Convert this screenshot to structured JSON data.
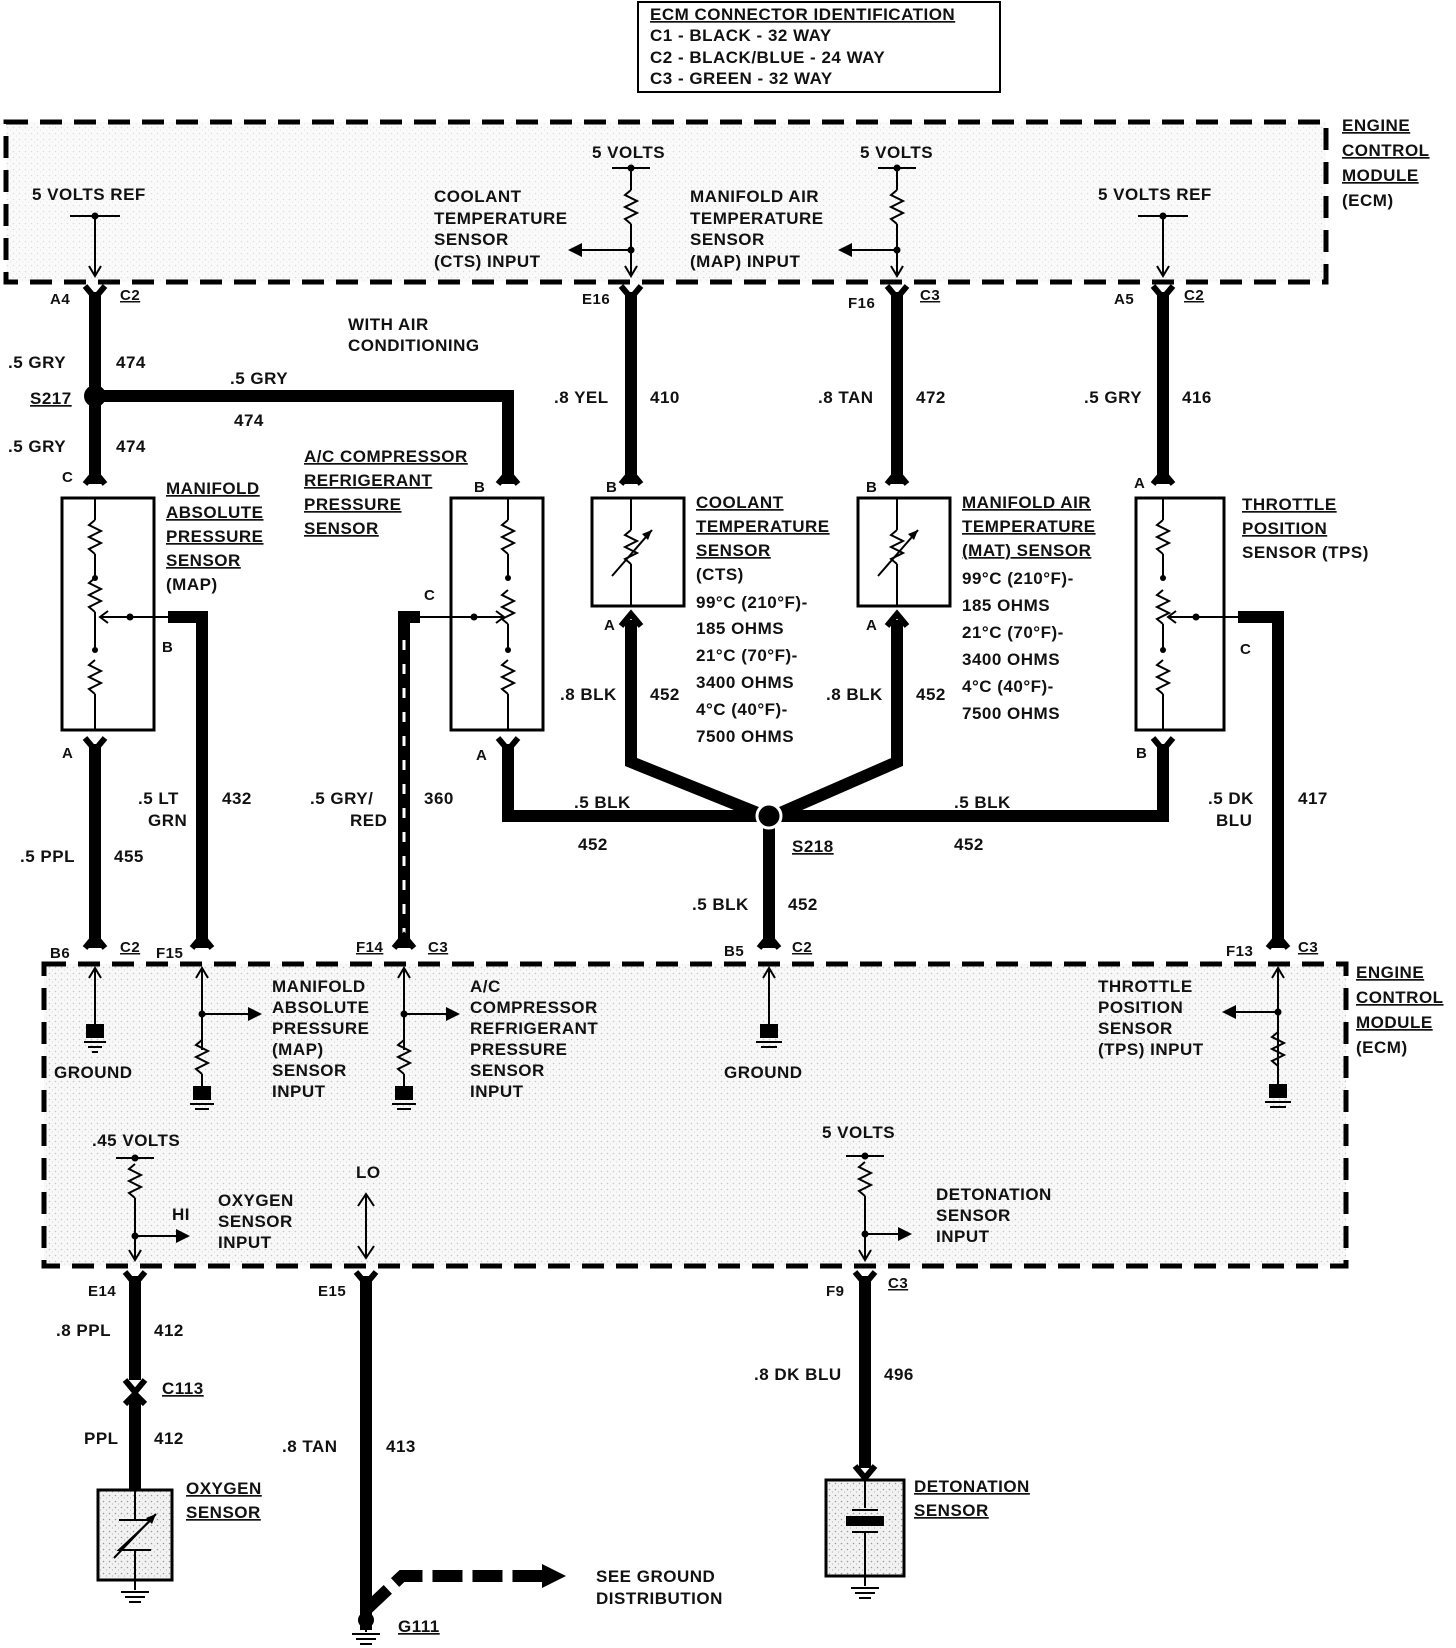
{
  "legend": {
    "title": "ECM CONNECTOR IDENTIFICATION",
    "lines": [
      "C1 - BLACK - 32 WAY",
      "C2 - BLACK/BLUE - 24 WAY",
      "C3 - GREEN - 32 WAY"
    ]
  },
  "ecm_label": [
    "ENGINE",
    "CONTROL",
    "MODULE",
    "(ECM)"
  ],
  "top_ecm": {
    "ref_left": "5 VOLTS REF",
    "ref_right": "5 VOLTS  REF",
    "volts_cts": "5 VOLTS",
    "volts_mat": "5 VOLTS",
    "cts_input": [
      "COOLANT",
      "TEMPERATURE",
      "SENSOR",
      "(CTS) INPUT"
    ],
    "mat_input": [
      "MANIFOLD AIR",
      "TEMPERATURE",
      "SENSOR",
      "(MAP) INPUT"
    ]
  },
  "pins": {
    "a4": "A4",
    "a4c": "C2",
    "e16": "E16",
    "f16": "F16",
    "f16c": "C3",
    "a5": "A5",
    "a5c": "C2",
    "b6": "B6",
    "b6c": "C2",
    "f15": "F15",
    "f14": "F14",
    "f14c": "C3",
    "b5": "B5",
    "b5c": "C2",
    "f13": "F13",
    "f13c": "C3",
    "e14": "E14",
    "e15": "E15",
    "f9": "F9",
    "f9c": "C3"
  },
  "wires": {
    "w474a": ".5 GRY",
    "n474a": "474",
    "w474b": ".5 GRY",
    "n474b": "474",
    "w474c": ".5 GRY",
    "n474c": "474",
    "splice217": "S217",
    "with_ac": [
      "WITH AIR",
      "CONDITIONING"
    ],
    "w410": ".8 YEL",
    "n410": "410",
    "w472": ".8 TAN",
    "n472": "472",
    "w416": ".5 GRY",
    "n416": "416",
    "w455": ".5 PPL",
    "n455": "455",
    "w432": [
      ".5  LT",
      "GRN"
    ],
    "n432": "432",
    "w360": [
      ".5 GRY/",
      "RED"
    ],
    "n360": "360",
    "w452a": ".8 BLK",
    "n452a": "452",
    "w452b": ".8 BLK",
    "n452b": "452",
    "w452c": ".5 BLK",
    "n452c": "452",
    "w452d": ".5 BLK",
    "n452d": "452",
    "w452e": ".5 BLK",
    "n452e": "452",
    "splice218": "S218",
    "w417": [
      ".5 DK",
      "BLU"
    ],
    "n417": "417",
    "w412a": ".8 PPL",
    "n412a": "412",
    "c113": "C113",
    "w412b": "PPL",
    "n412b": "412",
    "w413": ".8 TAN",
    "n413": "413",
    "w496": ".8 DK BLU",
    "n496": "496",
    "g111": "G111",
    "see_ground": [
      "SEE GROUND",
      "DISTRIBUTION"
    ]
  },
  "sensors": {
    "map": [
      "MANIFOLD",
      "ABSOLUTE",
      "PRESSURE",
      "SENSOR",
      "(MAP)"
    ],
    "ac": [
      "A/C COMPRESSOR",
      "REFRIGERANT",
      "PRESSURE",
      "SENSOR"
    ],
    "cts": [
      "COOLANT",
      "TEMPERATURE",
      "SENSOR",
      "(CTS)",
      "99°C (210°F)-",
      "185 OHMS",
      "21°C (70°F)-",
      "3400 OHMS",
      "4°C (40°F)-",
      "7500 OHMS"
    ],
    "mat": [
      "MANIFOLD AIR",
      "TEMPERATURE",
      "(MAT) SENSOR",
      "99°C (210°F)-",
      "185 OHMS",
      "21°C (70°F)-",
      "3400 OHMS",
      "4°C (40°F)-",
      "7500 OHMS"
    ],
    "tps": [
      "THROTTLE",
      "POSITION",
      "SENSOR (TPS)"
    ],
    "oxygen": [
      "OXYGEN",
      "SENSOR"
    ],
    "detonation": [
      "DETONATION",
      "SENSOR"
    ],
    "pins": {
      "map_c": "C",
      "map_b": "B",
      "map_a": "A",
      "ac_b": "B",
      "ac_c": "C",
      "ac_a": "A",
      "cts_b": "B",
      "cts_a": "A",
      "mat_b": "B",
      "mat_a": "A",
      "tps_a": "A",
      "tps_c": "C",
      "tps_b": "B"
    }
  },
  "bottom_ecm": {
    "ground_left": "GROUND",
    "map_input": [
      "MANIFOLD",
      "ABSOLUTE",
      "PRESSURE",
      "(MAP)",
      "SENSOR",
      "INPUT"
    ],
    "ac_input": [
      "A/C",
      "COMPRESSOR",
      "REFRIGERANT",
      "PRESSURE",
      "SENSOR",
      "INPUT"
    ],
    "ground_mid": "GROUND",
    "tps_input": [
      "THROTTLE",
      "POSITION",
      "SENSOR",
      "(TPS)  INPUT"
    ],
    "volts45": ".45 VOLTS",
    "hi": "HI",
    "lo": "LO",
    "oxygen_input": [
      "OXYGEN",
      "SENSOR",
      "INPUT"
    ],
    "volts5": "5 VOLTS",
    "det_input": [
      "DETONATION",
      "SENSOR",
      "INPUT"
    ]
  }
}
